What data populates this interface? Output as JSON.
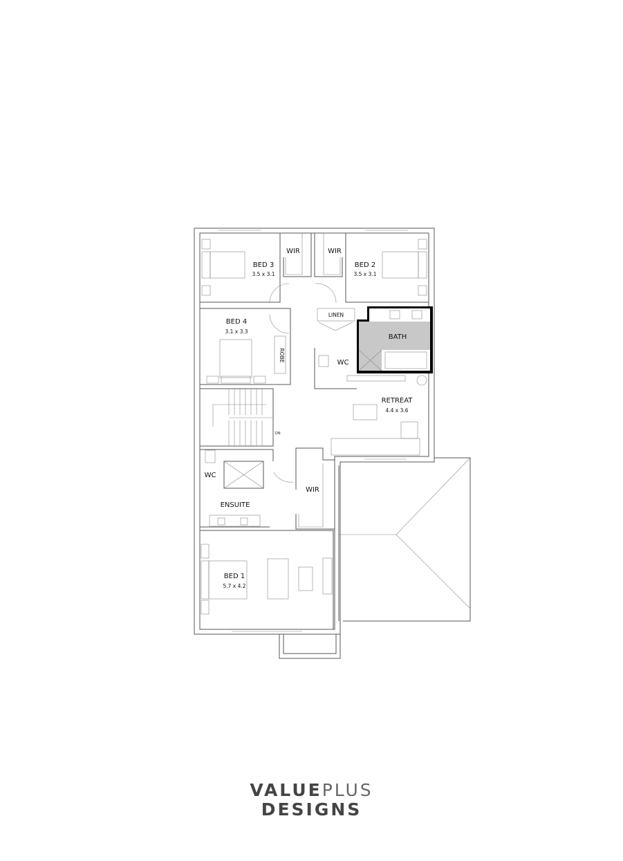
{
  "plan": {
    "rooms": [
      {
        "name": "BED 3",
        "size": "3.5 x 3.1"
      },
      {
        "name": "BED 2",
        "size": "3.5 x 3.1"
      },
      {
        "name": "BED 4",
        "size": "3.1 x 3.3"
      },
      {
        "name": "BATH"
      },
      {
        "name": "RETREAT",
        "size": "4.4 x 3.6"
      },
      {
        "name": "ENSUITE"
      },
      {
        "name": "BED 1",
        "size": "5.7 x 4.2"
      }
    ],
    "labels": {
      "wir_bed3": "WIR",
      "wir_bed2": "WIR",
      "wir_bed1": "WIR",
      "linen": "LINEN",
      "robe": "ROBE",
      "wc_upper": "WC",
      "wc_ensuite": "WC",
      "stairs": "DN"
    },
    "bath_fill": "#c8c8c8",
    "wall_color": "#555555"
  },
  "logo": {
    "part1": "VALUE",
    "part2": "PLUS",
    "line2": "DESIGNS"
  }
}
